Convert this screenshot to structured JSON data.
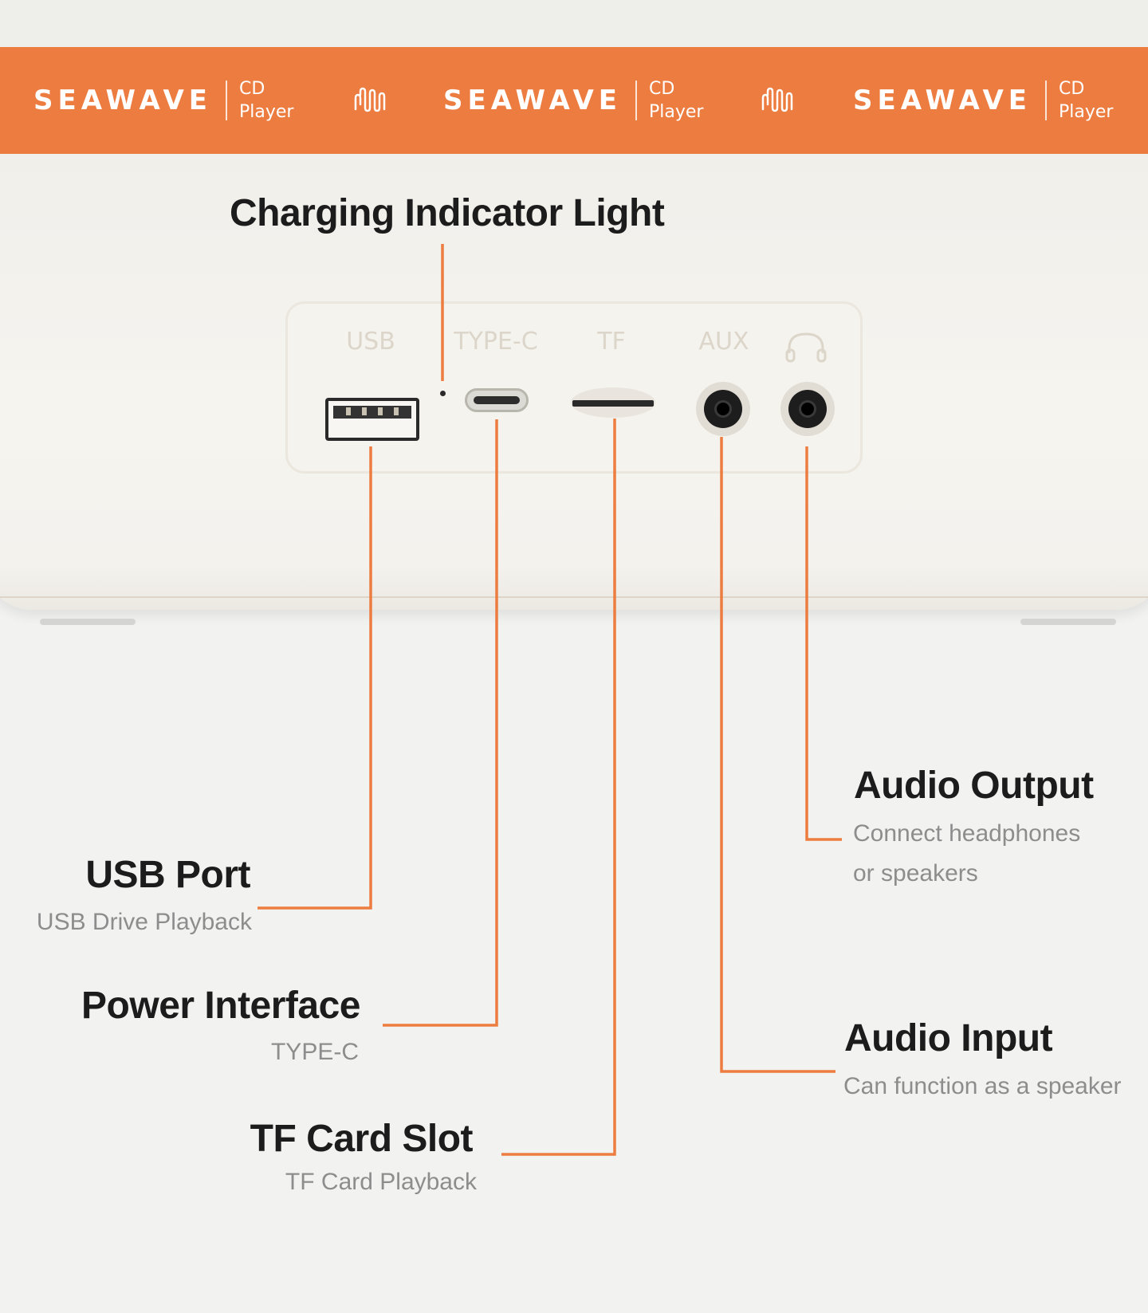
{
  "banner": {
    "brand": "SEAWAVE",
    "sub_line1": "CD",
    "sub_line2": "Player",
    "accent_color": "#ec7c3f",
    "separator_icon": "sound-wave-icon"
  },
  "ports": {
    "labels": [
      "USB",
      "TYPE-C",
      "TF",
      "AUX"
    ],
    "headphone_icon": "headphones-icon"
  },
  "callouts": {
    "charging": {
      "title": "Charging Indicator Light"
    },
    "usb": {
      "title": "USB Port",
      "desc": "USB Drive Playback"
    },
    "power": {
      "title": "Power Interface",
      "desc": "TYPE-C"
    },
    "tf": {
      "title": "TF Card Slot",
      "desc": "TF Card Playback"
    },
    "audio_output": {
      "title": "Audio Output",
      "desc_line1": "Connect headphones",
      "desc_line2": "or speakers"
    },
    "audio_input": {
      "title": "Audio Input",
      "desc": "Can function as a speaker"
    }
  }
}
